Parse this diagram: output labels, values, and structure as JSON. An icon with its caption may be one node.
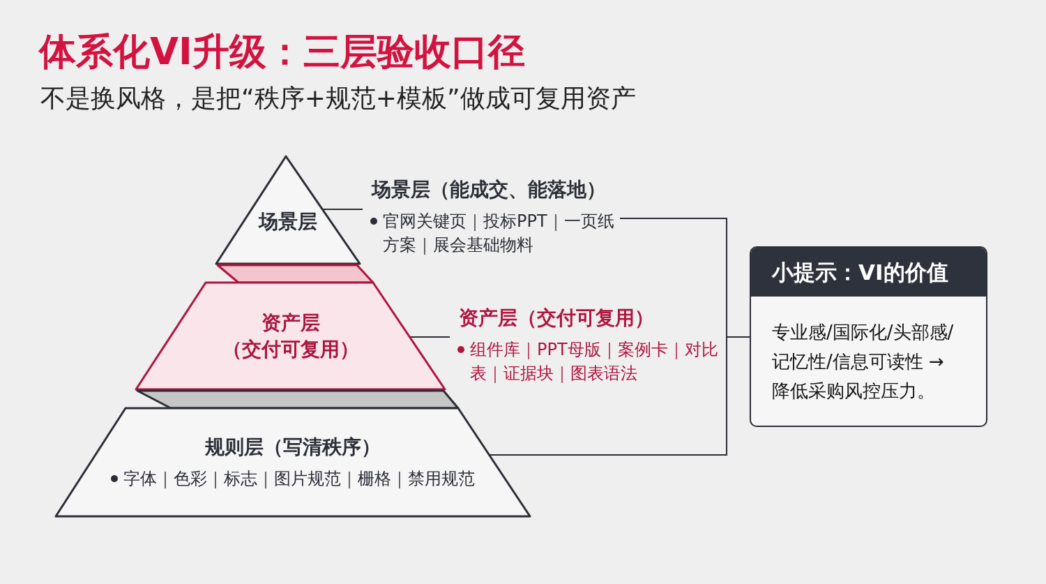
{
  "diagram": {
    "title": "体系化VI升级：三层验收口径",
    "nodes": [
      {
        "text": [
          "场景层"
        ]
      },
      {
        "text": [
          "场景层（能成交、能落地）",
          "官网关键页｜投标PPT｜一页纸方案｜展会基础物料"
        ]
      },
      {
        "text": [
          "资产层",
          "（交付可复用）"
        ]
      },
      {
        "text": [
          "资产层（交付可复用）",
          "组件库｜PPT母版｜案例卡｜对比表｜证据块｜图表语法"
        ]
      },
      {
        "text": [
          "规则层（写清秩序）",
          "字体｜色彩｜标志｜图片规范｜栅格｜禁用规范"
        ]
      },
      {
        "text": [
          "小提示：VI的价值",
          "专业感/国际化/头部感/记忆性/信息可读性 → 降低采购风控压力。"
        ]
      }
    ],
    "edges": [
      {
        "from": 0,
        "to": 1,
        "arrow": "none"
      },
      {
        "from": 2,
        "to": 3,
        "arrow": "none"
      },
      {
        "from": 1,
        "to": 5,
        "arrow": "none"
      },
      {
        "from": 4,
        "to": 5,
        "arrow": "none"
      }
    ],
    "labels": [
      "不是换风格，是把“秩序+规范+模板”做成可复用资产"
    ]
  }
}
